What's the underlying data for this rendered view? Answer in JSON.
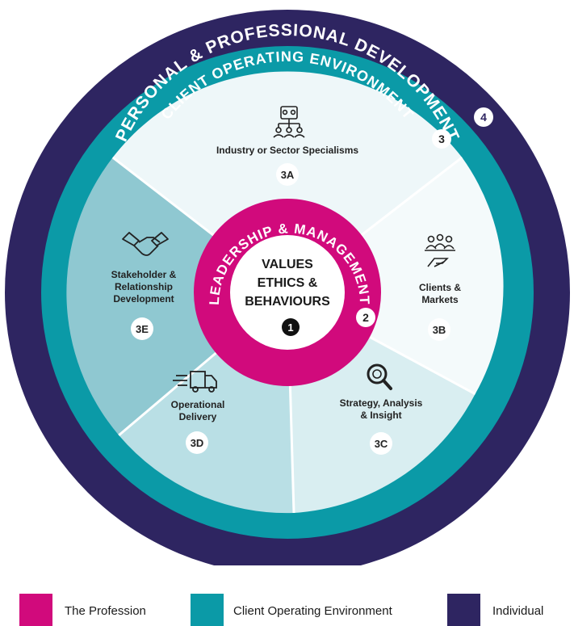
{
  "colors": {
    "profession": "#d10a7c",
    "client_env": "#0b9aa7",
    "individual": "#2e2561",
    "seg_3a": "#eef7f9",
    "seg_3b": "#f4fafb",
    "seg_3c": "#d9eef1",
    "seg_3d": "#b9dfe5",
    "seg_3e": "#8fc8d1",
    "text_dark": "#222222"
  },
  "rings": {
    "outer_title": "PERSONAL & PROFESSIONAL DEVELOPMENT",
    "outer_number": "4",
    "client_title": "CLIENT OPERATING ENVIRONMENT",
    "client_number": "3",
    "leadership_title": "LEADERSHIP & MANAGEMENT",
    "leadership_number": "2"
  },
  "core": {
    "line1": "VALUES",
    "line2": "ETHICS &",
    "line3": "BEHAVIOURS",
    "number": "1"
  },
  "segments": {
    "a": {
      "code": "3A",
      "label_line1": "Industry or Sector Specialisms",
      "icon": "gears-network-icon"
    },
    "b": {
      "code": "3B",
      "label_line1": "Clients &",
      "label_line2": "Markets",
      "icon": "people-hand-icon"
    },
    "c": {
      "code": "3C",
      "label_line1": "Strategy, Analysis",
      "label_line2": "& Insight",
      "icon": "magnifier-chart-icon"
    },
    "d": {
      "code": "3D",
      "label_line1": "Operational",
      "label_line2": "Delivery",
      "icon": "delivery-truck-icon"
    },
    "e": {
      "code": "3E",
      "label_line1": "Stakeholder &",
      "label_line2": "Relationship",
      "label_line3": "Development",
      "icon": "handshake-icon"
    }
  },
  "legend": [
    {
      "label": "The Profession"
    },
    {
      "label": "Client Operating Environment"
    },
    {
      "label": "Individual"
    }
  ]
}
